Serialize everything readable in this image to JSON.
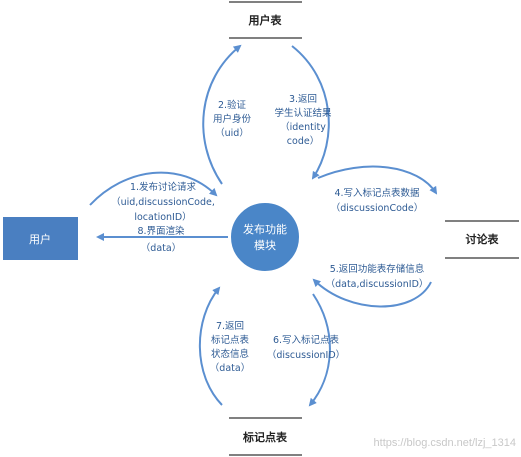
{
  "nodes": {
    "user_entity": {
      "label": "用户"
    },
    "process": {
      "line1": "发布功能",
      "line2": "模块"
    },
    "user_table": {
      "label": "用户表"
    },
    "discussion_table": {
      "label": "讨论表"
    },
    "marker_table": {
      "label": "标记点表"
    }
  },
  "flows": {
    "f1": {
      "lines": [
        "1.发布讨论请求",
        "（uid,discussionCode,",
        "locationID）"
      ]
    },
    "f2": {
      "lines": [
        "2.验证",
        "用户身份",
        "（uid）"
      ]
    },
    "f3": {
      "lines": [
        "3.返回",
        "学生认证结果",
        "（identity",
        "code）"
      ]
    },
    "f4": {
      "lines": [
        "4.写入标记点表数据",
        "（discussionCode）"
      ]
    },
    "f5": {
      "lines": [
        "5.返回功能表存储信息",
        "（data,discussionID）"
      ]
    },
    "f6": {
      "lines": [
        "6.写入标记点表",
        "（discussionID）"
      ]
    },
    "f7": {
      "lines": [
        "7.返回",
        "标记点表",
        "状态信息",
        "（data）"
      ]
    },
    "f8": {
      "lines": [
        "8.界面渲染",
        "（data）"
      ]
    }
  },
  "watermark": "https://blog.csdn.net/lzj_1314",
  "colors": {
    "entity_fill": "#4a7fc1",
    "process_fill": "#4a86c8",
    "process_stroke": "#ffffff",
    "arrow": "#5b8fd0",
    "label_text": "#2e5b94",
    "store_line": "#000000"
  }
}
